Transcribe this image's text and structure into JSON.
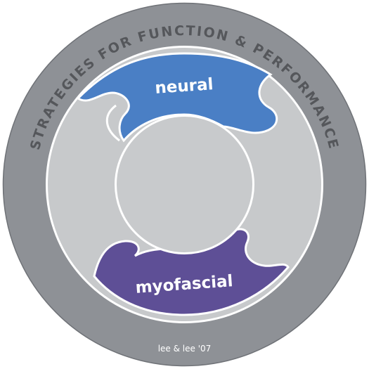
{
  "title": "STRATEGIES FOR FUNCTION & PERFORMANCE",
  "pieces": {
    "top": {
      "label": "neural",
      "color": "#4a7fc5"
    },
    "bottom": {
      "label": "myofascial",
      "color": "#5e4f96"
    }
  },
  "credit": "lee & lee '07",
  "colors": {
    "outer_ring": "#8e9196",
    "segment": "#c7c9cb",
    "center": "#c8cacc",
    "ring_text": "#55575b",
    "piece_text": "#ffffff",
    "credit_text": "#ffffff"
  }
}
